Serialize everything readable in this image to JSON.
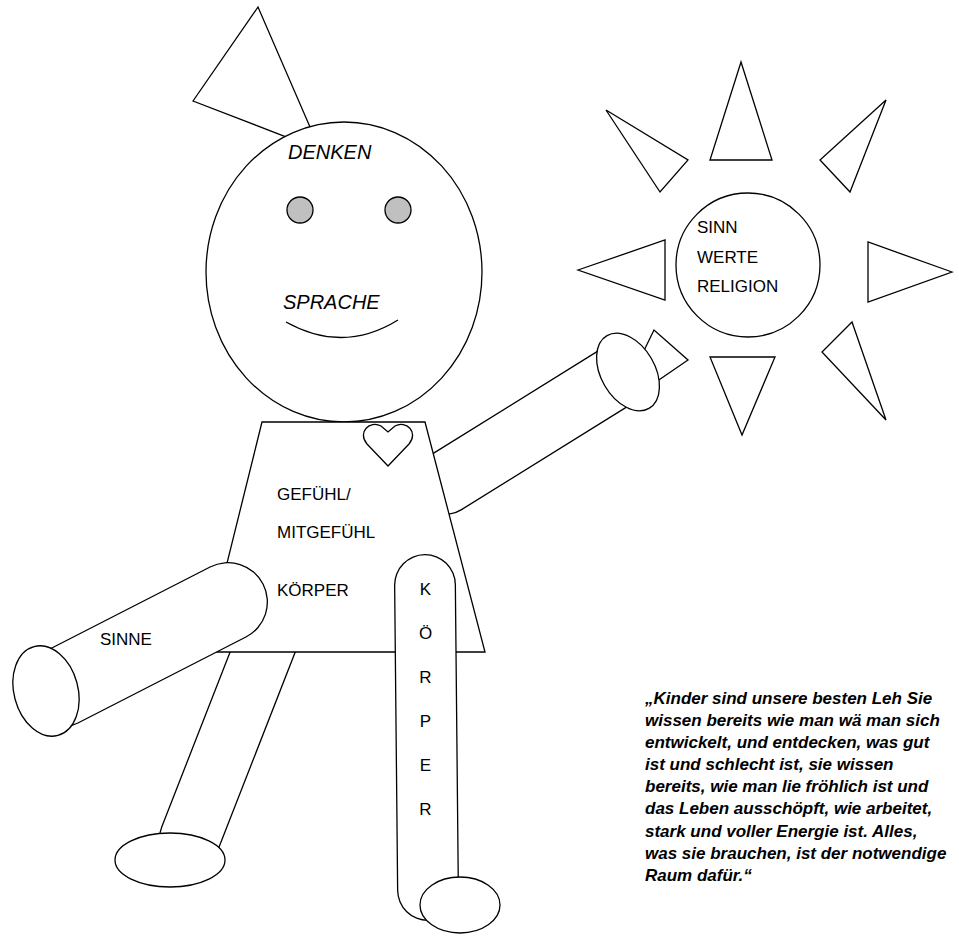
{
  "diagram": {
    "nodes": [
      {
        "text": [
          "DENKEN",
          "SPRACHE"
        ]
      },
      {
        "text": [
          "SINN",
          "WERTE",
          "RELIGION"
        ]
      },
      {
        "text": [
          "GEFÜHL/ MITGEFÜHL",
          "KÖRPER"
        ]
      },
      {
        "text": [
          "SINNE"
        ]
      },
      {
        "text": [
          "KÖRPER"
        ]
      }
    ],
    "edges": [],
    "labels": [
      "„Kinder sind unsere besten Leh Sie wissen bereits wie man wä man sich entwickelt, und entdecken, was gut ist und schlecht ist, sie wissen bereits, wie man lie fröhlich ist und das Leben ausschöpft, wie arbeitet, stark und voller Energie ist. Alles, was sie brauchen, ist der notwendige Raum dafür.“"
    ]
  }
}
